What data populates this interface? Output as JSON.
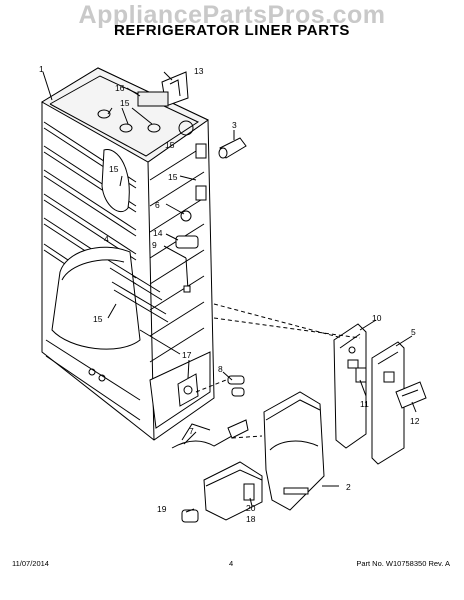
{
  "watermark": "AppliancePartsPros.com",
  "title": "REFRIGERATOR LINER PARTS",
  "footer": {
    "date": "11/07/2014",
    "page": "4",
    "part_no": "Part No. W10758350  Rev. A"
  },
  "callouts": [
    "1",
    "2",
    "3",
    "4",
    "5",
    "6",
    "7",
    "8",
    "9",
    "10",
    "11",
    "12",
    "13",
    "14",
    "15",
    "15",
    "15",
    "15",
    "15",
    "16",
    "17",
    "18",
    "19",
    "20"
  ]
}
